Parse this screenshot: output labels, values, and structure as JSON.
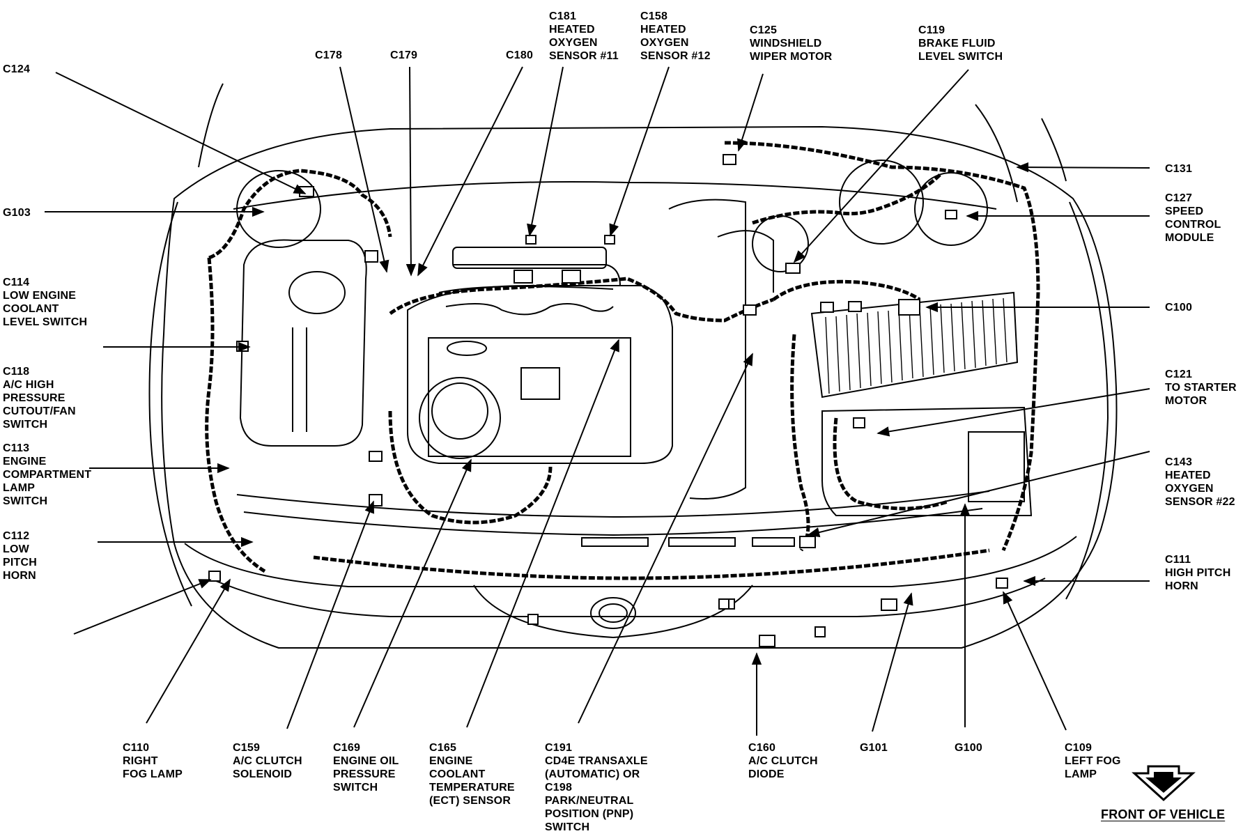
{
  "labels": {
    "c124": "C124",
    "c178": "C178",
    "c179": "C179",
    "c180": "C180",
    "c181": "C181\nHEATED\nOXYGEN\nSENSOR #11",
    "c158": "C158\nHEATED\nOXYGEN\nSENSOR #12",
    "c125": "C125\nWINDSHIELD\nWIPER MOTOR",
    "c119": "C119\nBRAKE FLUID\nLEVEL SWITCH",
    "g103": "G103",
    "c114": "C114\nLOW ENGINE\nCOOLANT\nLEVEL SWITCH",
    "c118": "C118\nA/C HIGH\nPRESSURE\nCUTOUT/FAN\nSWITCH",
    "c113": "C113\nENGINE\nCOMPARTMENT\nLAMP\nSWITCH",
    "c112": "C112\nLOW\nPITCH\nHORN",
    "c131": "C131",
    "c127": "C127\nSPEED\nCONTROL\nMODULE",
    "c100": "C100",
    "c121": "C121\nTO STARTER\nMOTOR",
    "c143": "C143\nHEATED\nOXYGEN\nSENSOR #22",
    "c111": "C111\nHIGH PITCH\nHORN",
    "c110": "C110\nRIGHT\nFOG LAMP",
    "c159": "C159\nA/C CLUTCH\nSOLENOID",
    "c169": "C169\nENGINE OIL\nPRESSURE\nSWITCH",
    "c165": "C165\nENGINE\nCOOLANT\nTEMPERATURE\n(ECT) SENSOR",
    "c191": "C191\nCD4E TRANSAXLE\n(AUTOMATIC) OR\nC198\nPARK/NEUTRAL\nPOSITION (PNP)\nSWITCH",
    "c160": "C160\nA/C CLUTCH\nDIODE",
    "g101": "G101",
    "g100": "G100",
    "c109": "C109\nLEFT FOG\nLAMP"
  },
  "front_of_vehicle": "FRONT OF VEHICLE",
  "icons": {
    "front_arrow": "down-arrow-icon"
  }
}
